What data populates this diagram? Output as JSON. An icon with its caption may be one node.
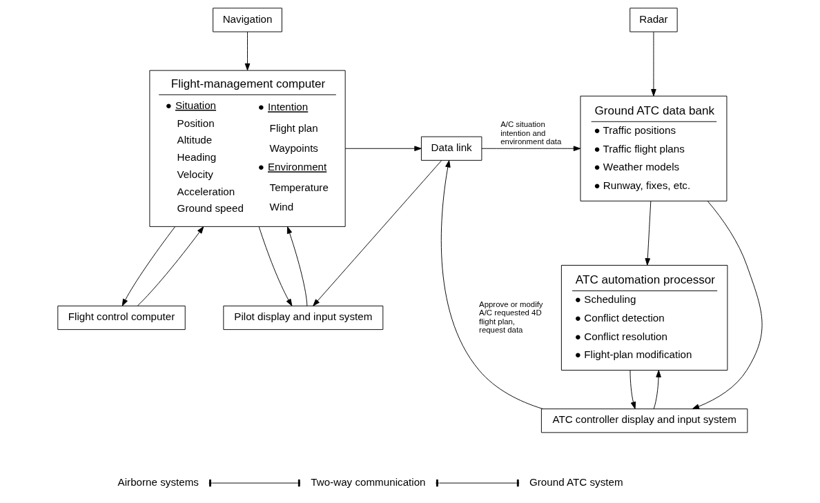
{
  "diagram": {
    "nodes": [
      {
        "text": [
          "Navigation"
        ]
      },
      {
        "text": [
          "Flight-management computer",
          "● Situation",
          "Position",
          "Altitude",
          "Heading",
          "Velocity",
          "Acceleration",
          "Ground speed",
          "● Intention",
          "Flight plan",
          "Waypoints",
          "● Environment",
          "Temperature",
          "Wind"
        ]
      },
      {
        "text": [
          "Flight control computer"
        ]
      },
      {
        "text": [
          "Pilot display and input system"
        ]
      },
      {
        "text": [
          "Data link"
        ]
      },
      {
        "text": [
          "Radar"
        ]
      },
      {
        "text": [
          "Ground ATC data bank",
          "● Traffic positions",
          "● Traffic flight plans",
          "● Weather models",
          "● Runway, fixes, etc."
        ]
      },
      {
        "text": [
          "ATC automation processor",
          "● Scheduling",
          "● Conflict detection",
          "● Conflict resolution",
          "● Flight-plan modification"
        ]
      },
      {
        "text": [
          "ATC controller display and input system"
        ]
      }
    ],
    "edges": [
      {
        "from": 0,
        "to": 1,
        "arrow": "to"
      },
      {
        "from": 1,
        "to": 2,
        "arrow": "to"
      },
      {
        "from": 2,
        "to": 1,
        "arrow": "to"
      },
      {
        "from": 1,
        "to": 3,
        "arrow": "to"
      },
      {
        "from": 3,
        "to": 1,
        "arrow": "to"
      },
      {
        "from": 1,
        "to": 4,
        "arrow": "to"
      },
      {
        "from": 4,
        "to": 6,
        "arrow": "to",
        "label": "A/C situation intention and environment data"
      },
      {
        "from": 4,
        "to": 3,
        "arrow": "to"
      },
      {
        "from": 8,
        "to": 4,
        "arrow": "to",
        "label": "Approve or modify A/C requested 4D flight plan, request data"
      },
      {
        "from": 5,
        "to": 6,
        "arrow": "to"
      },
      {
        "from": 6,
        "to": 7,
        "arrow": "to"
      },
      {
        "from": 7,
        "to": 8,
        "arrow": "to"
      },
      {
        "from": 8,
        "to": 7,
        "arrow": "to"
      },
      {
        "from": 6,
        "to": 8,
        "arrow": "to"
      }
    ],
    "labels": [
      "Airborne systems",
      "Two-way communication",
      "Ground ATC system"
    ]
  }
}
